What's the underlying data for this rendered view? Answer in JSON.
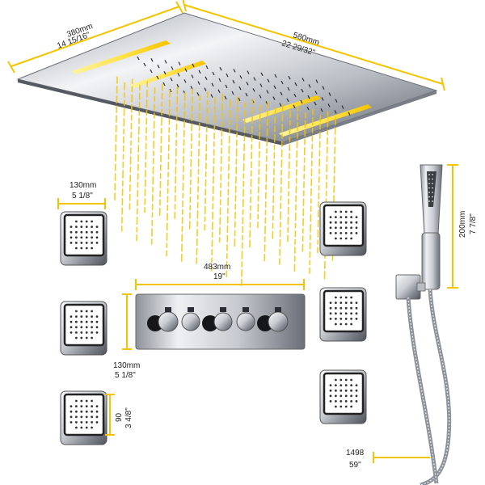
{
  "colors": {
    "accent": "#F5C400",
    "chrome_light": "#e9ebee",
    "chrome_dark": "#5a5e66",
    "text": "#222222"
  },
  "dimensions": {
    "rain_head_width_mm": "380mm",
    "rain_head_width_in": "14 15/16\"",
    "rain_head_length_mm": "580mm",
    "rain_head_length_in": "22 29/32\"",
    "body_jet_width_mm": "130mm",
    "body_jet_width_in": "5 1/8\"",
    "valve_width_mm": "483mm",
    "valve_width_in": "19\"",
    "valve_height_mm": "130mm",
    "valve_height_in": "5 1/8\"",
    "jet_inner_mm": "90",
    "jet_inner_in": "3 4/8\"",
    "handheld_length_mm": "200mm",
    "handheld_length_in": "7 7/8\"",
    "hose_length_mm": "1498",
    "hose_length_in": "59\""
  },
  "icons": [
    "rain-shower-head",
    "body-jet",
    "thermostatic-valve",
    "hand-shower",
    "shower-hose"
  ]
}
